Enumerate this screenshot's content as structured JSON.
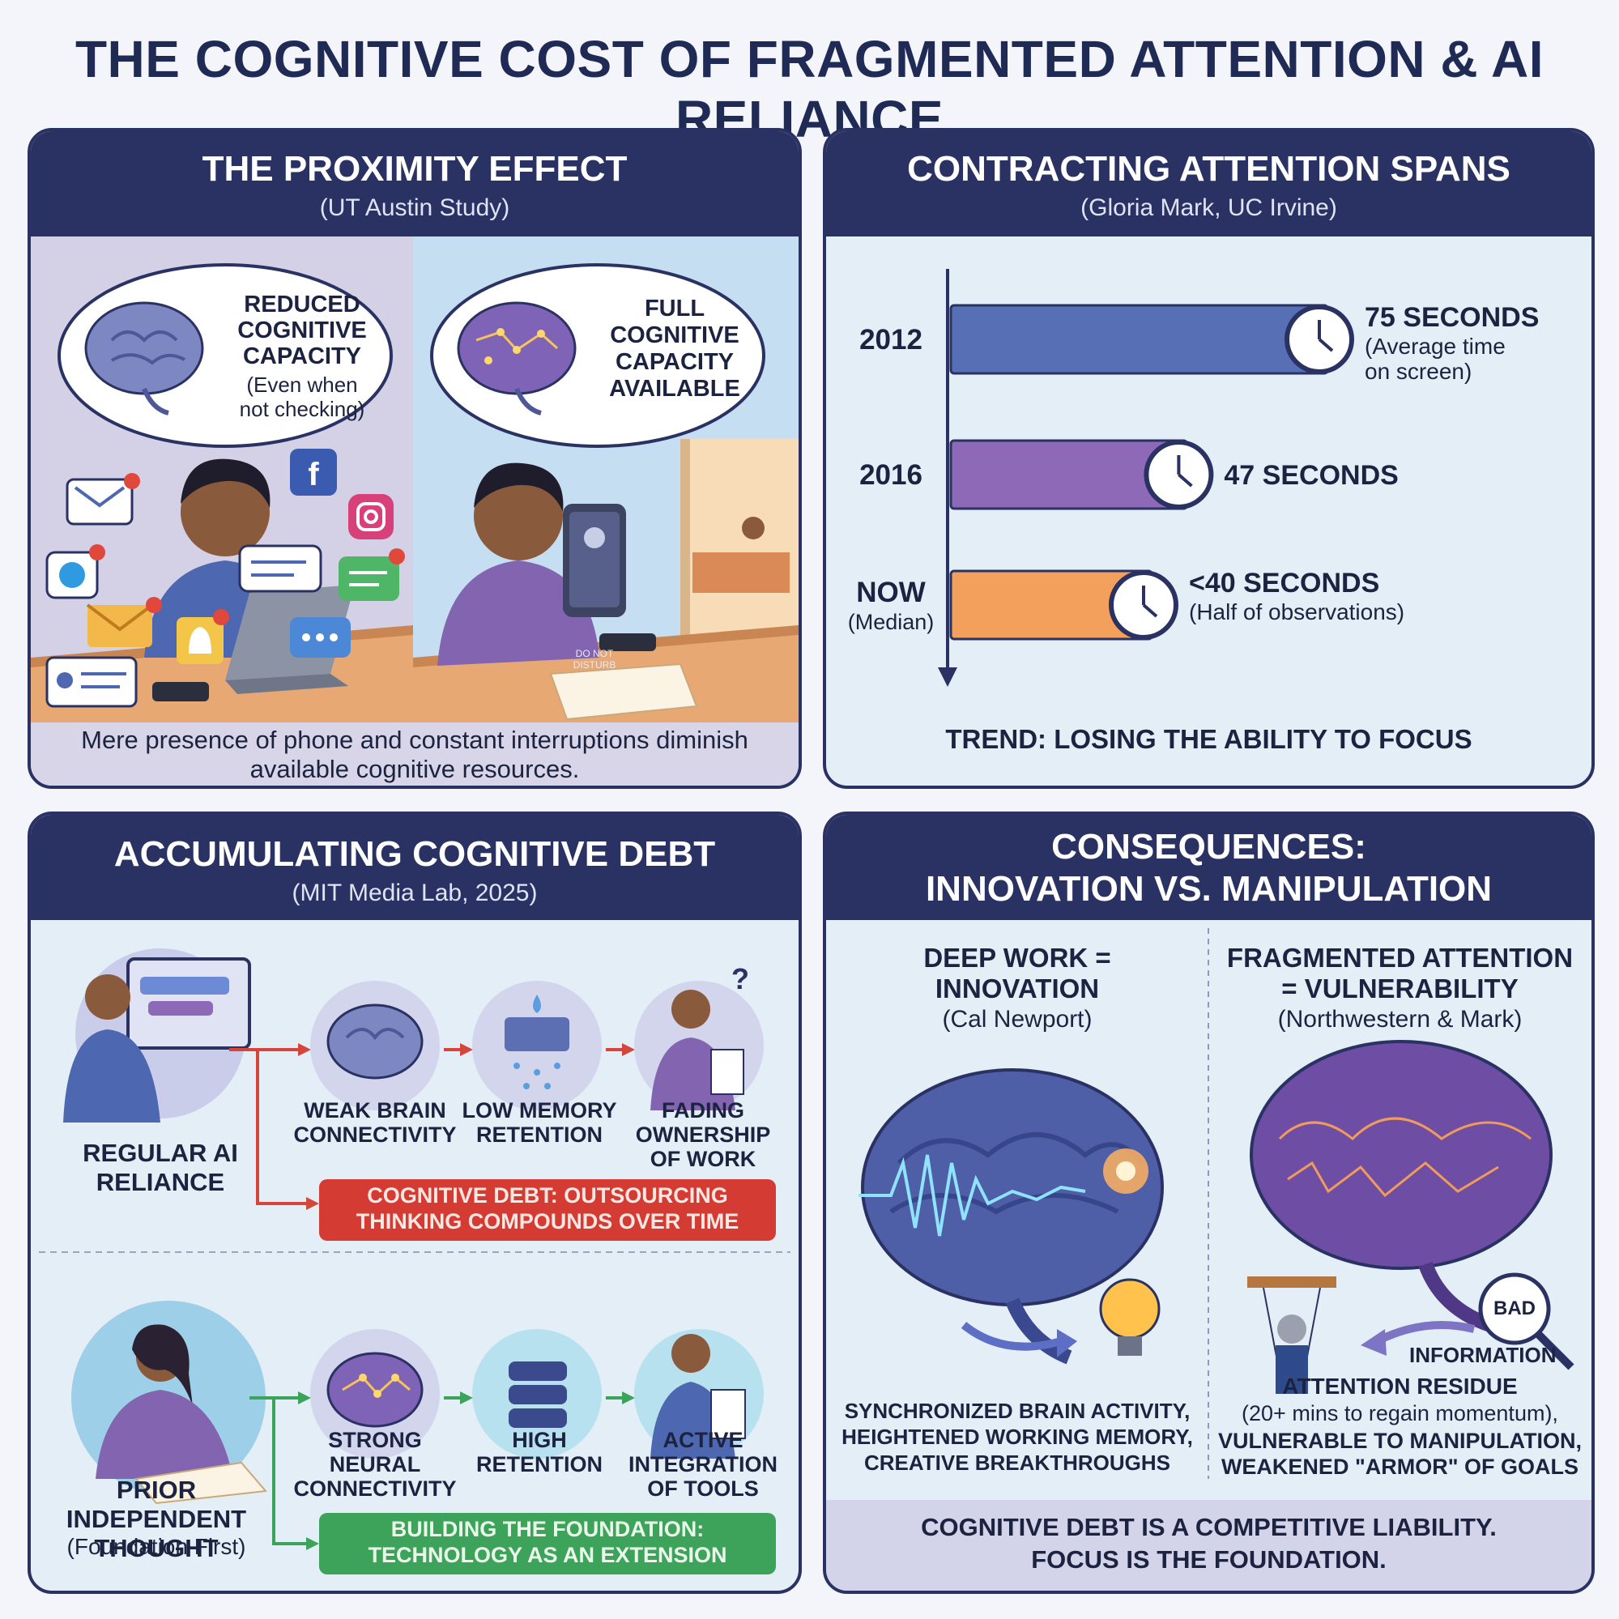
{
  "title": "THE COGNITIVE COST OF FRAGMENTED ATTENTION & AI RELIANCE",
  "proximity": {
    "title": "THE PROXIMITY EFFECT",
    "subtitle": "(UT Austin Study)",
    "left_bubble_title": "REDUCED\nCOGNITIVE\nCAPACITY",
    "left_bubble_note": "(Even when\nnot checking)",
    "right_bubble": "FULL\nCOGNITIVE\nCAPACITY\nAVAILABLE",
    "dnd": "DO NOT\nDISTURB",
    "caption": "Mere presence of phone and constant interruptions diminish\navailable cognitive resources."
  },
  "attention": {
    "title": "CONTRACTING ATTENTION SPANS",
    "subtitle": "(Gloria Mark, UC Irvine)",
    "trend": "TREND: LOSING THE ABILITY TO FOCUS",
    "bars": [
      {
        "year": "2012",
        "year_note": "",
        "seconds": 75,
        "label": "75 SECONDS",
        "note": "(Average time\non screen)",
        "color": "#5770b5"
      },
      {
        "year": "2016",
        "year_note": "",
        "seconds": 47,
        "label": "47 SECONDS",
        "note": "",
        "color": "#8e69b7"
      },
      {
        "year": "NOW",
        "year_note": "(Median)",
        "seconds": 40,
        "label": "<40 SECONDS",
        "note": "(Half of observations)",
        "color": "#f2a05c"
      }
    ]
  },
  "debt": {
    "title": "ACCUMULATING COGNITIVE DEBT",
    "subtitle": "(MIT Media Lab, 2025)",
    "top_person": "REGULAR AI\nRELIANCE",
    "top_steps": [
      "WEAK BRAIN\nCONNECTIVITY",
      "LOW MEMORY\nRETENTION",
      "FADING\nOWNERSHIP\nOF WORK"
    ],
    "top_banner": "COGNITIVE DEBT: OUTSOURCING\nTHINKING COMPOUNDS OVER TIME",
    "bottom_person": "PRIOR INDEPENDENT\nTHOUGHT",
    "bottom_person_note": "(Foundation First)",
    "bottom_steps": [
      "STRONG NEURAL\nCONNECTIVITY",
      "HIGH\nRETENTION",
      "ACTIVE\nINTEGRATION\nOF TOOLS"
    ],
    "bottom_banner": "BUILDING THE FOUNDATION:\nTECHNOLOGY AS AN EXTENSION"
  },
  "consequences": {
    "title": "CONSEQUENCES:\nINNOVATION VS. MANIPULATION",
    "left_head": "DEEP WORK =\nINNOVATION",
    "left_sub": "(Cal Newport)",
    "left_text": "SYNCHRONIZED BRAIN ACTIVITY,\nHEIGHTENED WORKING MEMORY,\nCREATIVE BREAKTHROUGHS",
    "right_head": "FRAGMENTED ATTENTION\n= VULNERABILITY",
    "right_sub": "(Northwestern & Mark)",
    "bad": "BAD",
    "information": "INFORMATION",
    "residue_title": "ATTENTION RESIDUE",
    "residue_note": "(20+ mins to regain momentum),",
    "residue_text": "VULNERABLE TO MANIPULATION,\nWEAKENED \"ARMOR\" OF GOALS",
    "footer": "COGNITIVE DEBT IS A COMPETITIVE LIABILITY.\nFOCUS IS THE FOUNDATION."
  }
}
